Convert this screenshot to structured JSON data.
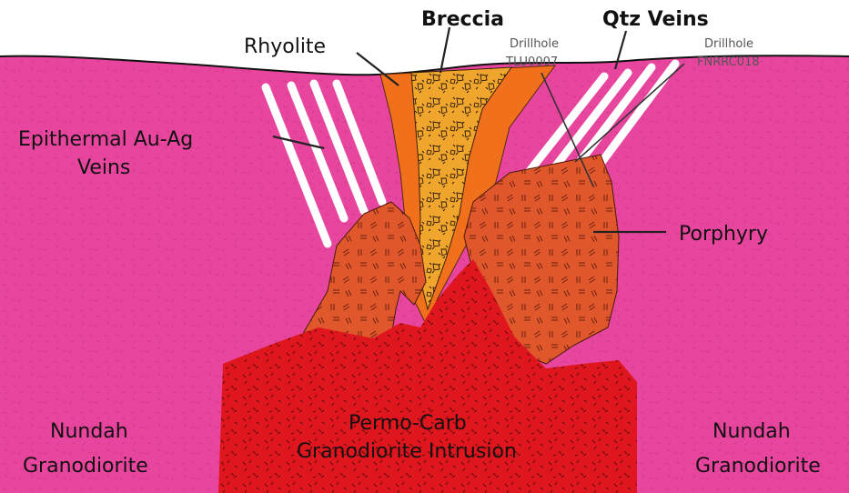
{
  "title": "",
  "colors": {
    "host_rock": "#e8469e",
    "intrusion": "#e0161e",
    "porphyry": "#e0572b",
    "rhyolite": "#f0701c",
    "breccia": "#f0a52c",
    "veins": "#ffffff"
  },
  "labels": {
    "breccia": "Breccia",
    "qtz_veins": "Qtz Veins",
    "rhyolite": "Rhyolite",
    "drillhole_1_title": "Drillhole",
    "drillhole_1_id": "TLU0007",
    "drillhole_2_title": "Drillhole",
    "drillhole_2_id": "FNRRC018",
    "epithermal_line1": "Epithermal Au-Ag",
    "epithermal_line2": "Veins",
    "porphyry": "Porphyry",
    "nundah_left_line1": "Nundah",
    "nundah_left_line2": "Granodiorite",
    "nundah_right_line1": "Nundah",
    "nundah_right_line2": "Granodiorite",
    "intrusion_line1": "Permo-Carb",
    "intrusion_line2": "Granodiorite Intrusion"
  }
}
